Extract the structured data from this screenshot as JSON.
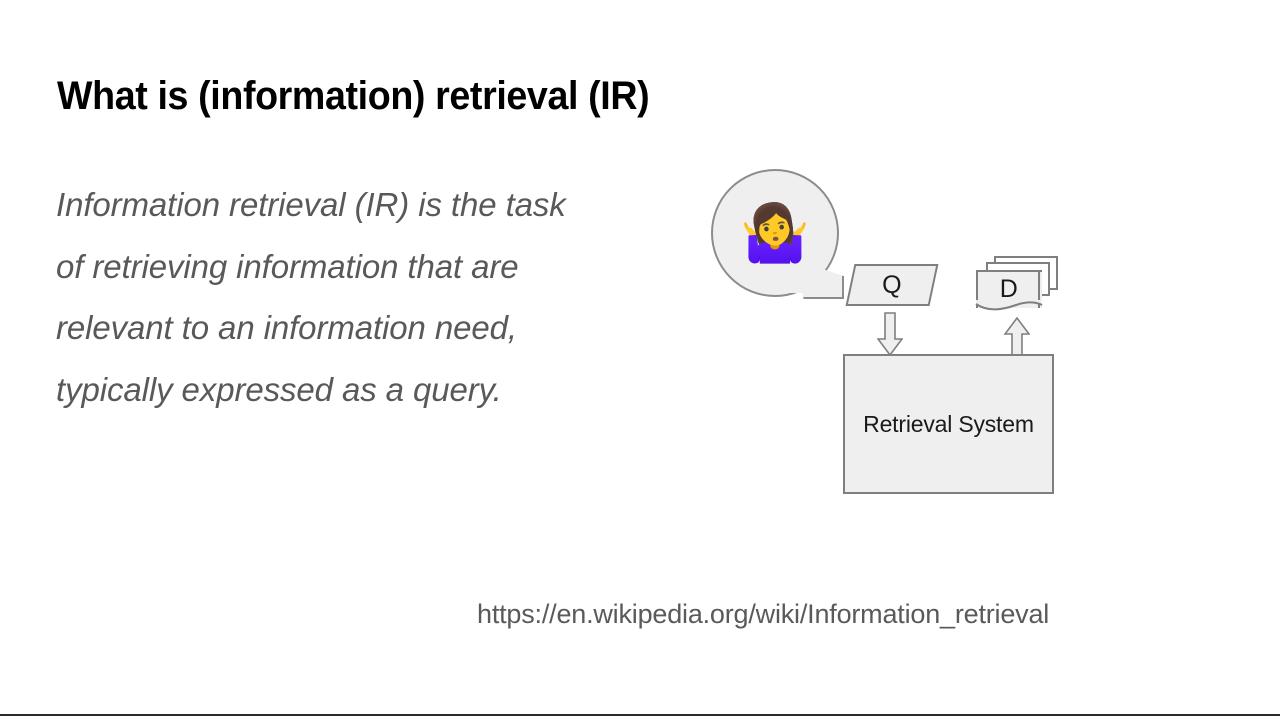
{
  "slide": {
    "title": "What is (information) retrieval (IR)",
    "body": "Information retrieval (IR) is the task of retrieving information that are relevant to an information need, typically expressed as a query.",
    "source_url": "https://en.wikipedia.org/wiki/Information_retrieval"
  },
  "diagram": {
    "user_emoji": "🤷‍♀️",
    "query_label": "Q",
    "documents_label": "D",
    "system_label": "Retrieval System",
    "arrow_down_name": "query-to-system-arrow",
    "arrow_up_name": "documents-from-system-arrow"
  },
  "colors": {
    "title_text": "#000000",
    "body_text": "#595959",
    "url_text": "#5a5a5a",
    "shape_fill": "#efefef",
    "shape_stroke": "#7f7f7f",
    "bubble_stroke": "#8c8c8c",
    "background": "#ffffff",
    "rule": "#2b2b2b"
  }
}
